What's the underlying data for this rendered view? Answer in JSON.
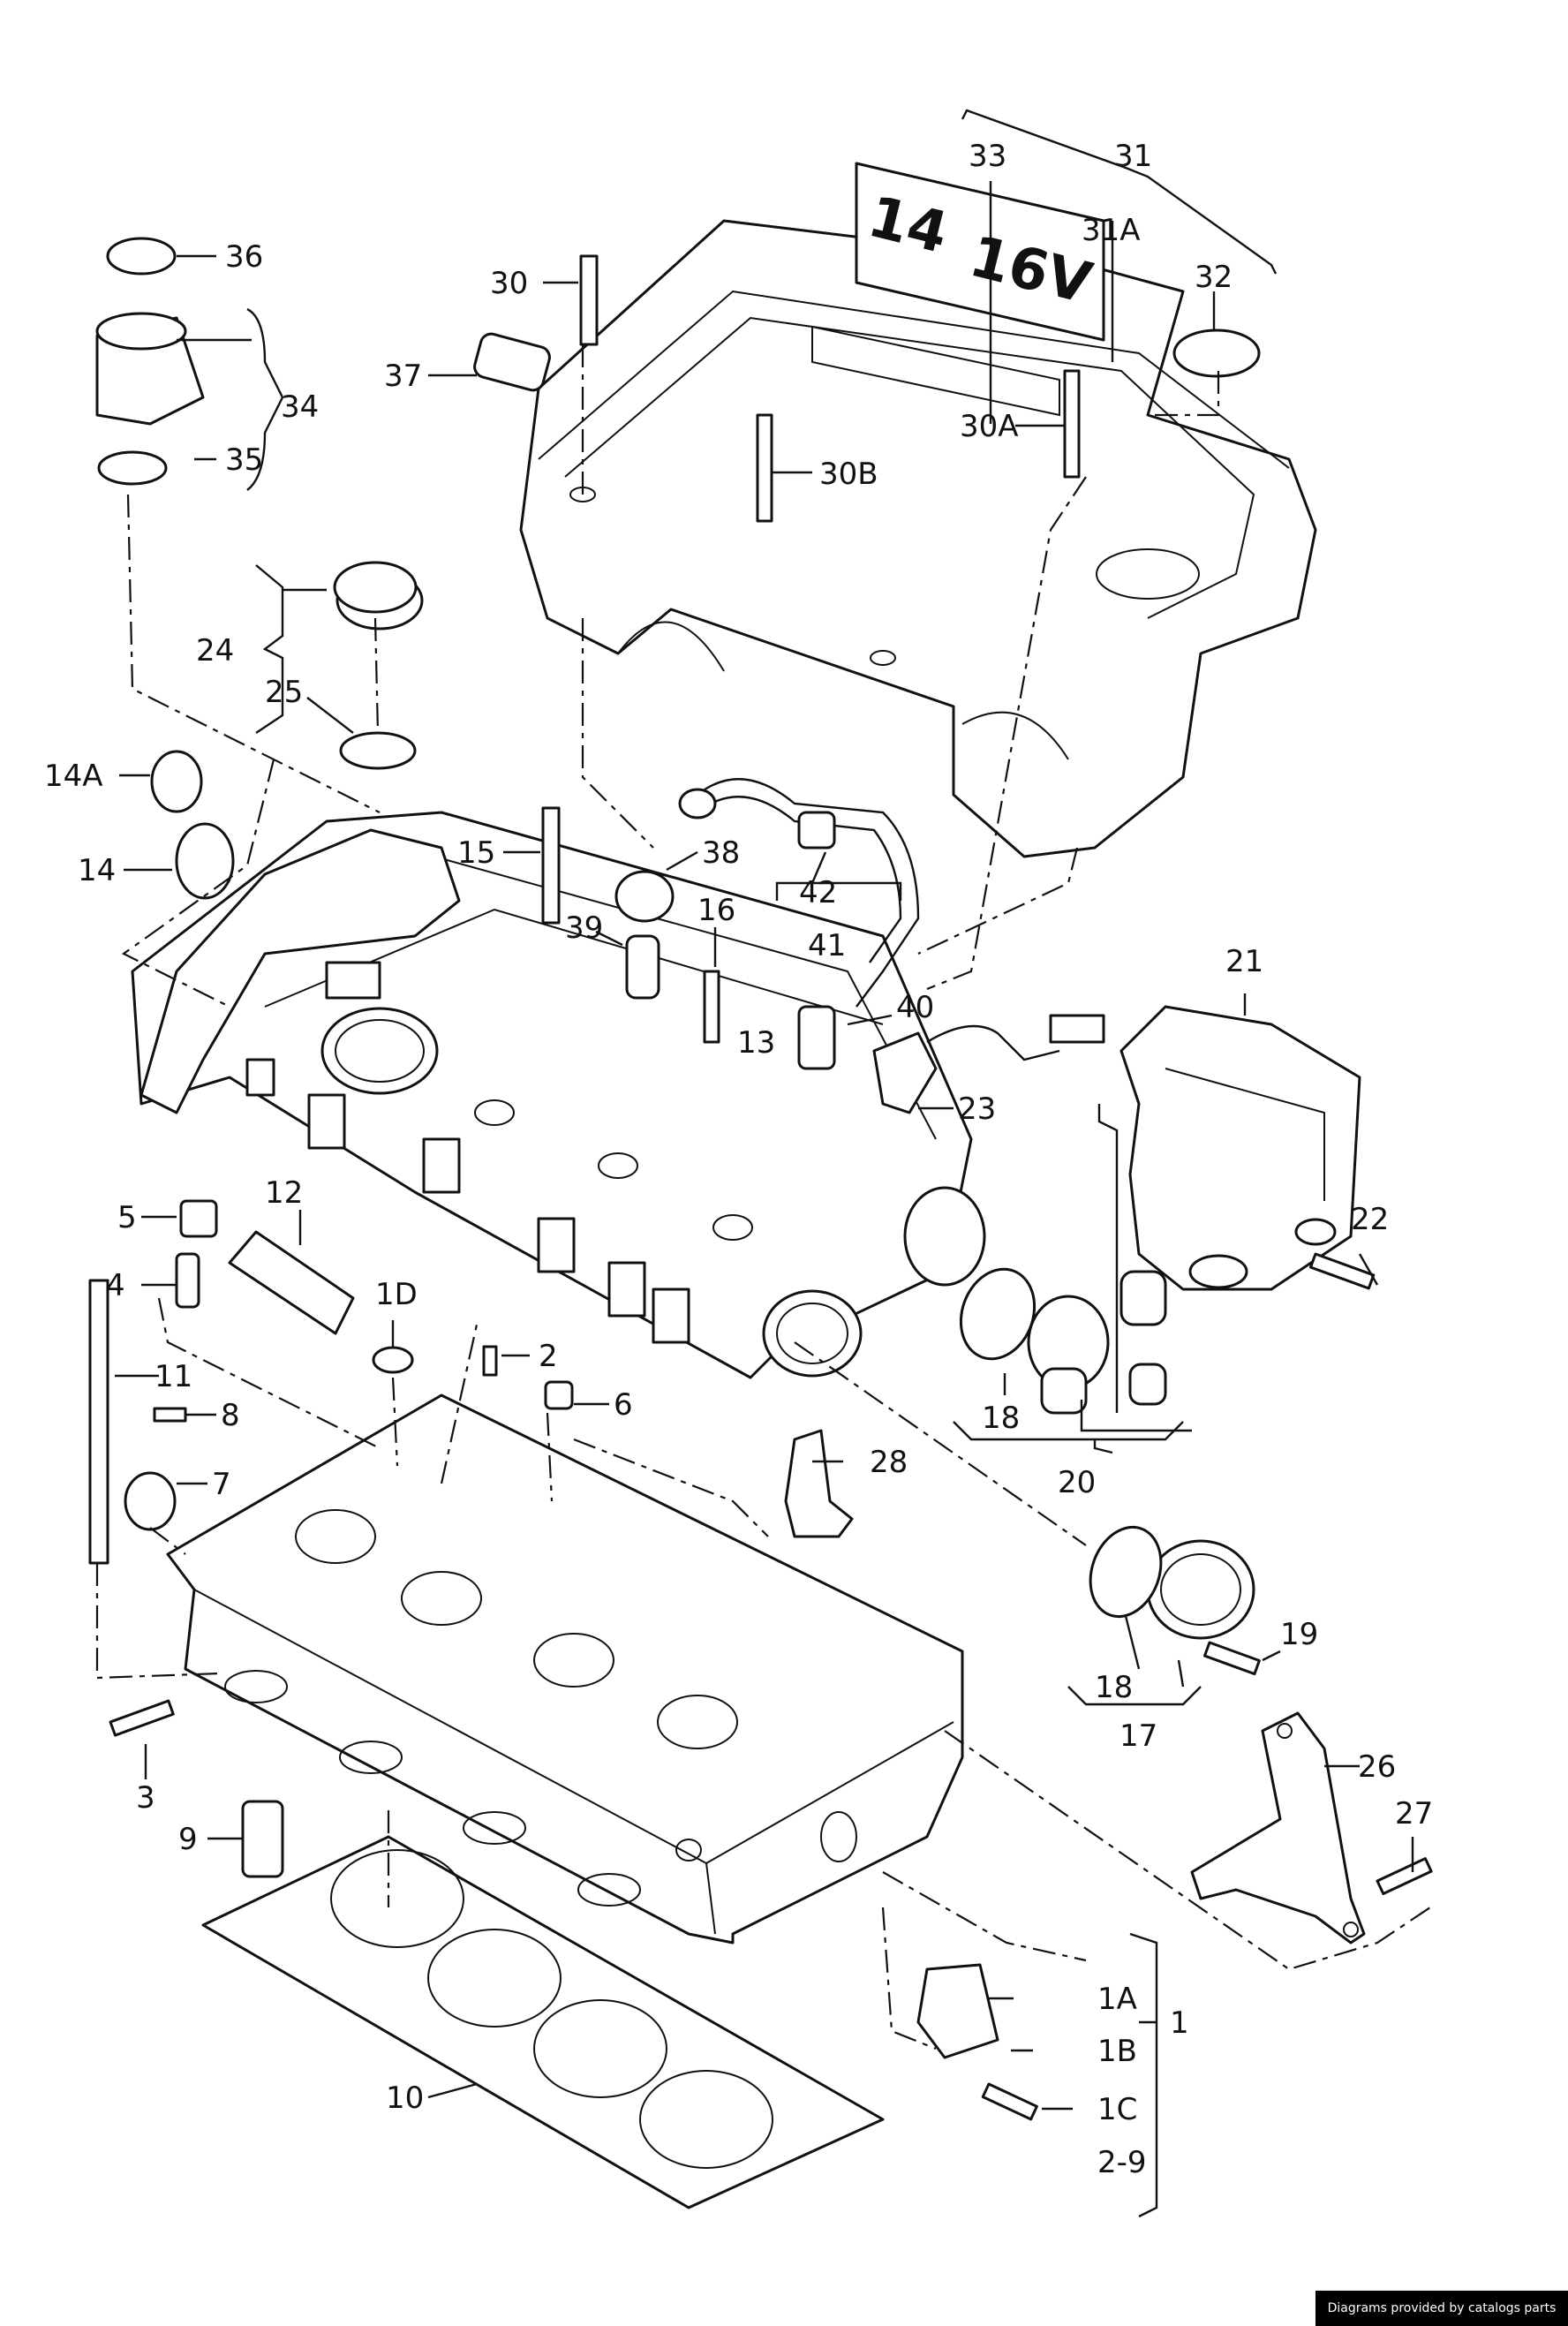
{
  "callouts": {
    "c1": "1",
    "c1A": "1A",
    "c1B": "1B",
    "c1C": "1C",
    "c1D": "1D",
    "c2_9": "2-9",
    "c2": "2",
    "c3": "3",
    "c4": "4",
    "c5": "5",
    "c6": "6",
    "c7": "7",
    "c8": "8",
    "c9": "9",
    "c10": "10",
    "c11": "11",
    "c12": "12",
    "c13": "13",
    "c14": "14",
    "c14A": "14A",
    "c15": "15",
    "c16": "16",
    "c17": "17",
    "c18a": "18",
    "c18b": "18",
    "c19": "19",
    "c20": "20",
    "c21": "21",
    "c22": "22",
    "c23": "23",
    "c24": "24",
    "c25": "25",
    "c26": "26",
    "c27": "27",
    "c28": "28",
    "c30": "30",
    "c30A": "30A",
    "c30B": "30B",
    "c31": "31",
    "c31A": "31A",
    "c32": "32",
    "c33": "33",
    "c34": "34",
    "c35": "35",
    "c36": "36",
    "c37": "37",
    "c38": "38",
    "c39": "39",
    "c40": "40",
    "c41": "41",
    "c42": "42"
  },
  "cover_text": {
    "line1": "14",
    "line2": "16V"
  },
  "credit": "Diagrams provided by catalogs parts"
}
